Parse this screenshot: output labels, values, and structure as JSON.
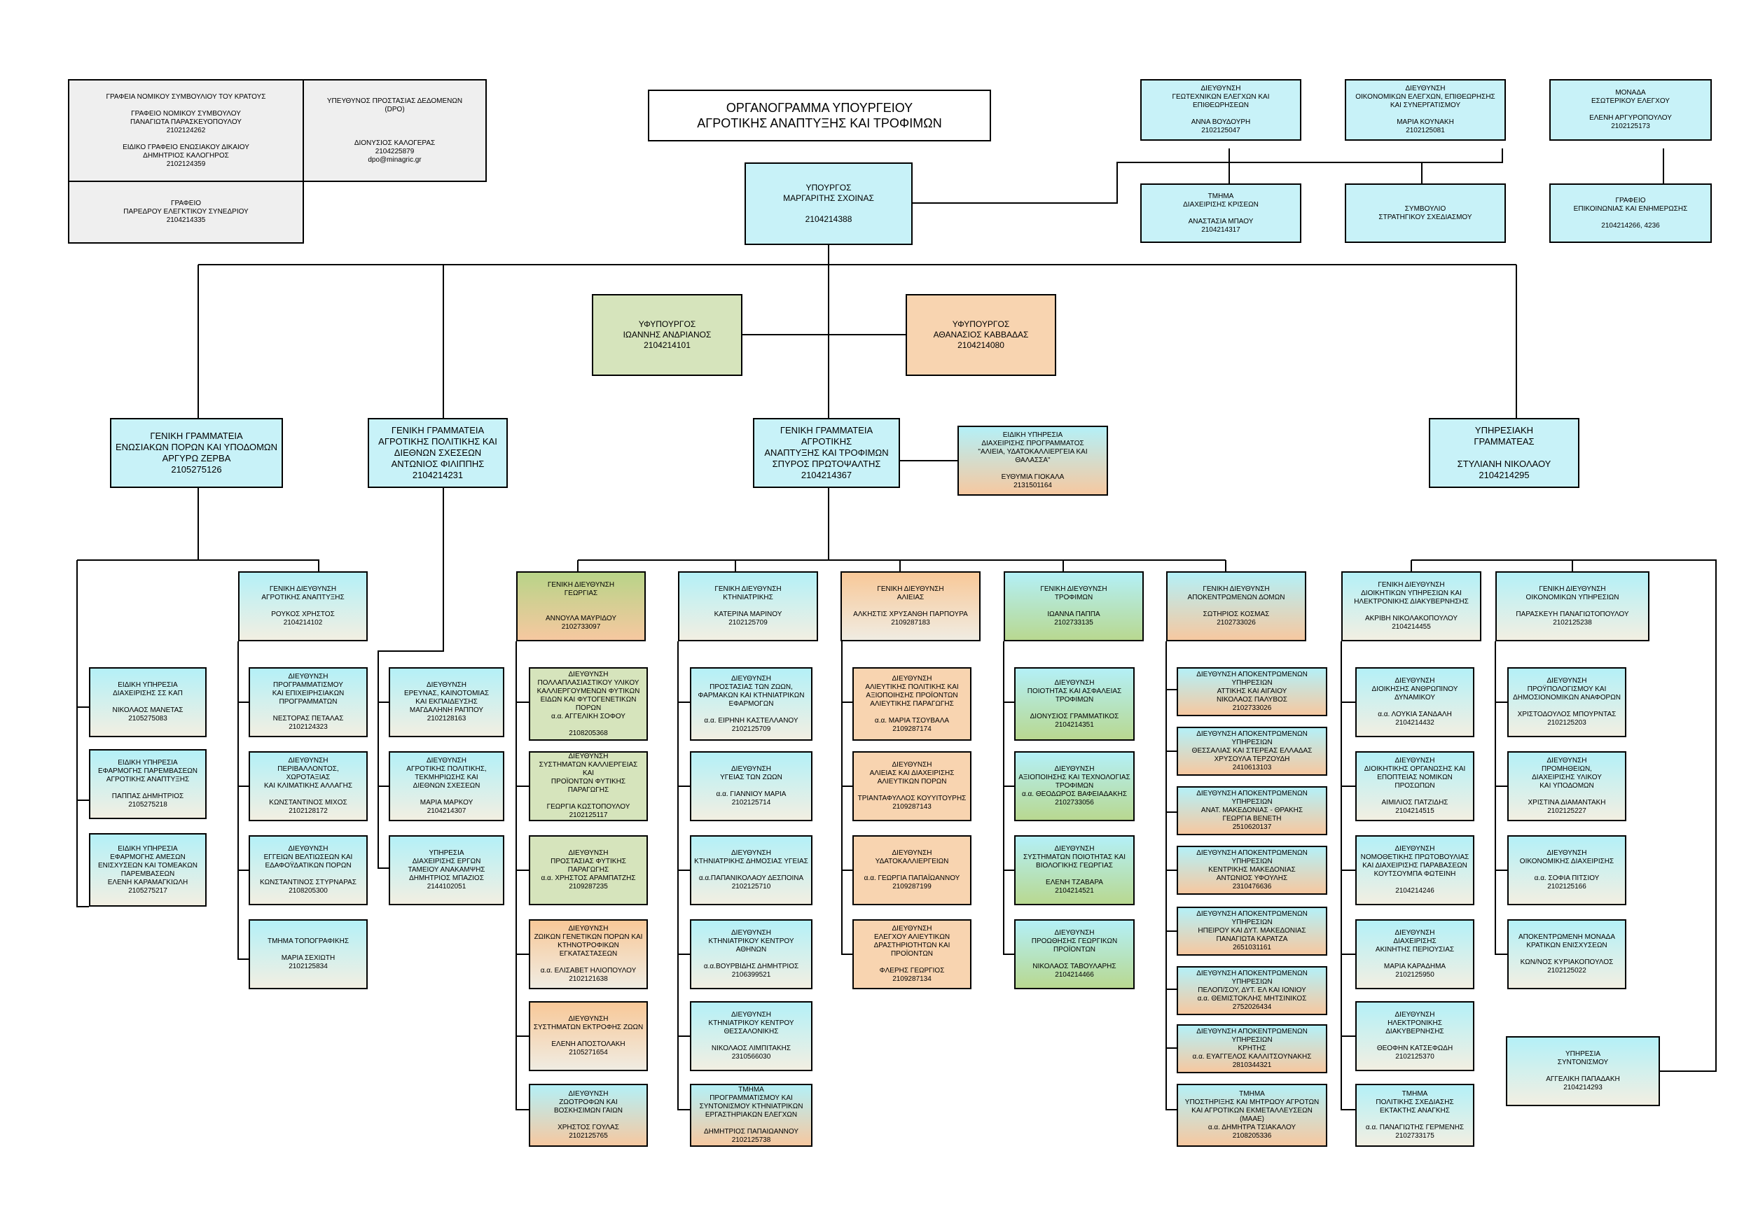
{
  "title": {
    "line1": "ΟΡΓΑΝΟΓΡΑΜΜΑ ΥΠΟΥΡΓΕΙΟΥ",
    "line2": "ΑΓΡΟΤΙΚΗΣ ΑΝΑΠΤΥΞΗΣ ΚΑΙ ΤΡΟΦΙΜΩΝ"
  },
  "legal_offices": {
    "lines": [
      "ΓΡΑΦΕΙΑ ΝΟΜΙΚΟΥ ΣΥΜΒΟΥΛΙΟΥ ΤΟΥ ΚΡΑΤΟΥΣ",
      "",
      "ΓΡΑΦΕΙΟ ΝΟΜΙΚΟΥ ΣΥΜΒΟΥΛΟΥ",
      "ΠΑΝΑΓΙΩΤΑ ΠΑΡΑΣΚΕΥΟΠΟΥΛΟΥ",
      "2102124262",
      "",
      "ΕΙΔΙΚΟ ΓΡΑΦΕΙΟ ΕΝΩΣΙΑΚΟΥ ΔΙΚΑΙΟΥ",
      "ΔΗΜΗΤΡΙΟΣ ΚΑΛΟΓΗΡΟΣ",
      "2102124359"
    ]
  },
  "dpo": {
    "lines": [
      "ΥΠΕΥΘΥΝΟΣ ΠΡΟΣΤΑΣΙΑΣ ΔΕΔΟΜΕΝΩΝ",
      "(DPO)",
      "",
      "",
      "",
      "ΔΙΟΝΥΣΙΟΣ ΚΑΛΟΓΕΡΑΣ",
      "2104225879",
      "dpo@minagric.gr"
    ]
  },
  "audit_office": {
    "lines": [
      "ΓΡΑΦΕΙΟ",
      "ΠΑΡΕΔΡΟΥ ΕΛΕΓΚΤΙΚΟΥ ΣΥΝΕΔΡΙΟΥ",
      "2104214335"
    ]
  },
  "minister": {
    "lines": [
      "ΥΠΟΥΡΓΟΣ",
      "ΜΑΡΓΑΡΙΤΗΣ ΣΧΟΙΝΑΣ",
      "",
      "2104214388"
    ]
  },
  "top_right": [
    {
      "id": "geotech",
      "lines": [
        "ΔΙΕΥΘΥΝΣΗ",
        "ΓΕΩΤΕΧΝΙΚΩΝ ΕΛΕΓΧΩΝ ΚΑΙ",
        "ΕΠΙΘΕΩΡΗΣΕΩΝ",
        "",
        "ΑΝΝΑ ΒΟΥΔΟΥΡΗ",
        "2102125047"
      ]
    },
    {
      "id": "econ",
      "lines": [
        "ΔΙΕΥΘΥΝΣΗ",
        "ΟΙΚΟΝΟΜΙΚΩΝ ΕΛΕΓΧΩΝ, ΕΠΙΘΕΩΡΗΣΗΣ",
        "ΚΑΙ ΣΥΝΕΡΓΑΤΙΣΜΟΥ",
        "",
        "ΜΑΡΙΑ ΚΟΥΝΑΚΗ",
        "2102125081"
      ]
    },
    {
      "id": "internal",
      "lines": [
        "ΜΟΝΑΔΑ",
        "ΕΣΩΤΕΡΙΚΟΥ ΕΛΕΓΧΟΥ",
        "",
        "ΕΛΕΝΗ ΑΡΓΥΡΟΠΟΥΛΟΥ",
        "2102125173"
      ]
    },
    {
      "id": "crisis",
      "lines": [
        "ΤΜΗΜΑ",
        "ΔΙΑΧΕΙΡΙΣΗΣ ΚΡΙΣΕΩΝ",
        "",
        "ΑΝΑΣΤΑΣΙΑ ΜΠΑΟΥ",
        "2104214317"
      ]
    },
    {
      "id": "strategic",
      "lines": [
        "ΣΥΜΒΟΥΛΙΟ",
        "ΣΤΡΑΤΗΓΙΚΟΥ ΣΧΕΔΙΑΣΜΟΥ"
      ]
    },
    {
      "id": "comms",
      "lines": [
        "ΓΡΑΦΕΙΟ",
        "ΕΠΙΚΟΙΝΩΝΙΑΣ ΚΑΙ ΕΝΗΜΕΡΩΣΗΣ",
        "",
        "2104214266, 4236"
      ]
    }
  ],
  "deputy1": {
    "lines": [
      "ΥΦΥΠΟΥΡΓΟΣ",
      "ΙΩΑΝΝΗΣ ΑΝΔΡΙΑΝΟΣ",
      "2104214101"
    ]
  },
  "deputy2": {
    "lines": [
      "ΥΦΥΠΟΥΡΓΟΣ",
      "ΑΘΑΝΑΣΙΟΣ ΚΑΒΒΑΔΑΣ",
      "2104214080"
    ]
  },
  "secretariats": [
    {
      "id": "gs-eu",
      "lines": [
        "ΓΕΝΙΚΗ ΓΡΑΜΜΑΤΕΙΑ",
        "ΕΝΩΣΙΑΚΩΝ ΠΟΡΩΝ ΚΑΙ ΥΠΟΔΟΜΩΝ",
        "ΑΡΓΥΡΩ ΖΕΡΒΑ",
        "2105275126"
      ]
    },
    {
      "id": "gs-policy",
      "lines": [
        "ΓΕΝΙΚΗ ΓΡΑΜΜΑΤΕΙΑ",
        "ΑΓΡΟΤΙΚΗΣ ΠΟΛΙΤΙΚΗΣ ΚΑΙ",
        "ΔΙΕΘΝΩΝ ΣΧΕΣΕΩΝ",
        "ΑΝΤΩΝΙΟΣ ΦΙΛΙΠΠΗΣ",
        "2104214231"
      ]
    },
    {
      "id": "gs-agri",
      "lines": [
        "ΓΕΝΙΚΗ ΓΡΑΜΜΑΤΕΙΑ ΑΓΡΟΤΙΚΗΣ",
        "ΑΝΑΠΤΥΞΗΣ ΚΑΙ ΤΡΟΦΙΜΩΝ",
        "ΣΠΥΡΟΣ ΠΡΩΤΟΨΑΛΤΗΣ",
        "2104214367"
      ]
    },
    {
      "id": "gs-service",
      "lines": [
        "ΥΠΗΡΕΣΙΑΚΗ",
        "ΓΡΑΜΜΑΤΕΑΣ",
        "",
        "ΣΤΥΛΙΑΝΗ ΝΙΚΟΛΑΟΥ",
        "2104214295"
      ]
    }
  ],
  "fisheries_special": {
    "lines": [
      "ΕΙΔΙΚΗ ΥΠΗΡΕΣΙΑ",
      "ΔΙΑΧΕΙΡΙΣΗΣ ΠΡΟΓΡΑΜΜΑΤΟΣ",
      "\"ΑΛΙΕΙΑ, ΥΔΑΤΟΚΑΛΛΙΕΡΓΕΙΑ ΚΑΙ",
      "ΘΑΛΑΣΣΑ\"",
      "",
      "ΕΥΘΥΜΙΑ ΓΙΟΚΑΛΑ",
      "2131501164"
    ]
  },
  "gd_headers": [
    {
      "id": "gd-agri-dev",
      "lines": [
        "ΓΕΝΙΚΗ ΔΙΕΥΘΥΝΣΗ",
        "ΑΓΡΟΤΙΚΗΣ ΑΝΑΠΤΥΞΗΣ",
        "",
        "ΡΟΥΚΟΣ ΧΡΗΣΤΟΣ",
        "2104214102"
      ]
    },
    {
      "id": "gd-georgias",
      "lines": [
        "ΓΕΝΙΚΗ ΔΙΕΥΘΥΝΣΗ",
        "ΓΕΩΡΓΙΑΣ",
        "",
        "",
        "ΑΝΝΟΥΛΑ ΜΑΥΡΙΔΟΥ",
        "2102733097"
      ]
    },
    {
      "id": "gd-ktin",
      "lines": [
        "ΓΕΝΙΚΗ ΔΙΕΥΘΥΝΣΗ",
        "ΚΤΗΝΙΑΤΡΙΚΗΣ",
        "",
        "ΚΑΤΕΡΙΝΑ ΜΑΡΙΝΟΥ",
        "2102125709"
      ]
    },
    {
      "id": "gd-alieias",
      "lines": [
        "ΓΕΝΙΚΗ ΔΙΕΥΘΥΝΣΗ",
        "ΑΛΙΕΙΑΣ",
        "",
        "ΑΛΚΗΣΤΙΣ ΧΡΥΣΑΝΘΗ ΠΑΡΠΟΥΡΑ",
        "2109287183"
      ]
    },
    {
      "id": "gd-trofimon",
      "lines": [
        "ΓΕΝΙΚΗ ΔΙΕΥΘΥΝΣΗ",
        "ΤΡΟΦΙΜΩΝ",
        "",
        "ΙΩΑΝΝΑ ΠΑΠΠΑ",
        "2102733135"
      ]
    },
    {
      "id": "gd-apokentr",
      "lines": [
        "ΓΕΝΙΚΗ ΔΙΕΥΘΥΝΣΗ",
        "ΑΠΟΚΕΝΤΡΩΜΕΝΩΝ ΔΟΜΩΝ",
        "",
        "ΣΩΤΗΡΙΟΣ ΚΟΣΜΑΣ",
        "2102733026"
      ]
    },
    {
      "id": "gd-dioik",
      "lines": [
        "ΓΕΝΙΚΗ ΔΙΕΥΘΥΝΣΗ",
        "ΔΙΟΙΚΗΤΙΚΩΝ ΥΠΗΡΕΣΙΩΝ ΚΑΙ",
        "ΗΛΕΚΤΡΟΝΙΚΗΣ ΔΙΑΚΥΒΕΡΝΗΣΗΣ",
        "",
        "ΑΚΡΙΒΗ ΝΙΚΟΛΑΚΟΠΟΥΛΟΥ",
        "2104214455"
      ]
    },
    {
      "id": "gd-oikon",
      "lines": [
        "ΓΕΝΙΚΗ ΔΙΕΥΘΥΝΣΗ",
        "ΟΙΚΟΝΟΜΙΚΩΝ ΥΠΗΡΕΣΙΩΝ",
        "",
        "ΠΑΡΑΣΚΕΥΗ ΠΑΝΑΓΙΩΤΟΠΟΥΛΟΥ",
        "2102125238"
      ]
    }
  ],
  "col_eu": [
    {
      "lines": [
        "ΕΙΔΙΚΗ ΥΠΗΡΕΣΙΑ",
        "ΔΙΑΧΕΙΡΙΣΗΣ ΣΣ ΚΑΠ",
        "",
        "ΝΙΚΟΛΑΟΣ ΜΑΝΕΤΑΣ",
        "2105275083"
      ]
    },
    {
      "lines": [
        "ΕΙΔΙΚΗ ΥΠΗΡΕΣΙΑ",
        "ΕΦΑΡΜΟΓΗΣ ΠΑΡΕΜΒΑΣΕΩΝ",
        "ΑΓΡΟΤΙΚΗΣ ΑΝΑΠΤΥΞΗΣ",
        "",
        "ΠΑΠΠΑΣ ΔΗΜΗΤΡΙΟΣ",
        "2105275218"
      ]
    },
    {
      "lines": [
        "ΕΙΔΙΚΗ ΥΠΗΡΕΣΙΑ",
        "ΕΦΑΡΜΟΓΗΣ ΑΜΕΣΩΝ",
        "ΕΝΙΣΧΥΣΕΩΝ ΚΑΙ ΤΟΜΕΑΚΩΝ",
        "ΠΑΡΕΜΒΑΣΕΩΝ",
        "ΕΛΕΝΗ ΚΑΡΑΜΑΓΚΙΩΛΗ",
        "2105275217"
      ]
    }
  ],
  "col_agri_dev": [
    {
      "lines": [
        "ΔΙΕΥΘΥΝΣΗ",
        "ΠΡΟΓΡΑΜΜΑΤΙΣΜΟΥ",
        "ΚΑΙ ΕΠΙΧΕΙΡΗΣΙΑΚΩΝ",
        "ΠΡΟΓΡΑΜΜΑΤΩΝ",
        "",
        "ΝΕΣΤΟΡΑΣ ΠΕΤΑΛΑΣ",
        "2102124323"
      ]
    },
    {
      "lines": [
        "ΔΙΕΥΘΥΝΣΗ",
        "ΠΕΡΙΒΑΛΛΟΝΤΟΣ,",
        "ΧΩΡΟΤΑΞΙΑΣ",
        "ΚΑΙ ΚΛΙΜΑΤΙΚΗΣ ΑΛΛΑΓΗΣ",
        "",
        "ΚΩΝΣΤΑΝΤΙΝΟΣ ΜΙΧΟΣ",
        "2102128172"
      ]
    },
    {
      "lines": [
        "ΔΙΕΥΘΥΝΣΗ",
        "ΕΓΓΕΙΩΝ ΒΕΛΤΙΩΣΕΩΝ ΚΑΙ",
        "ΕΔΑΦΟΫΔΑΤΙΚΩΝ ΠΟΡΩΝ",
        "",
        "ΚΩΝΣΤΑΝΤΙΝΟΣ ΣΤΥΡΝΑΡΑΣ",
        "2108205300"
      ]
    },
    {
      "lines": [
        "ΤΜΗΜΑ ΤΟΠΟΓΡΑΦΙΚΗΣ",
        "",
        "ΜΑΡΙΑ ΣΕΧΙΩΤΗ",
        "2102125834"
      ]
    }
  ],
  "col_policy": [
    {
      "lines": [
        "ΔΙΕΥΘΥΝΣΗ",
        "ΕΡΕΥΝΑΣ, ΚΑΙΝΟΤΟΜΙΑΣ",
        "ΚΑΙ ΕΚΠΑΙΔΕΥΣΗΣ",
        "ΜΑΓΔΑΛΗΝΗ ΡΑΠΠΟΥ",
        "2102128163"
      ]
    },
    {
      "lines": [
        "ΔΙΕΥΘΥΝΣΗ",
        "ΑΓΡΟΤΙΚΗΣ ΠΟΛΙΤΙΚΗΣ,",
        "ΤΕΚΜΗΡΙΩΣΗΣ ΚΑΙ",
        "ΔΙΕΘΝΩΝ ΣΧΕΣΕΩΝ",
        "",
        "ΜΑΡΙΑ ΜΑΡΚΟΥ",
        "2104214307"
      ]
    },
    {
      "lines": [
        "ΥΠΗΡΕΣΙΑ",
        "ΔΙΑΧΕΙΡΙΣΗΣ ΕΡΓΩΝ",
        "ΤΑΜΕΙΟΥ ΑΝΑΚΑΜΨΗΣ",
        "ΔΗΜΗΤΡΙΟΣ ΜΠΑΖΙΟΣ",
        "2144102051"
      ]
    }
  ],
  "col_georgias": [
    {
      "lines": [
        "ΔΙΕΥΘΥΝΣΗ",
        "ΠΟΛΛΑΠΛΑΣΙΑΣΤΙΚΟΥ ΥΛΙΚΟΥ",
        "ΚΑΛΛΙΕΡΓΟΥΜΕΝΩΝ ΦΥΤΙΚΩΝ",
        "ΕΙΔΩΝ ΚΑΙ ΦΥΤΟΓΕΝΕΤΙΚΩΝ",
        "ΠΟΡΩΝ",
        "α.α. ΑΓΓΕΛΙΚΗ ΣΟΦΟΥ",
        "",
        "2108205368"
      ]
    },
    {
      "lines": [
        "ΔΙΕΥΘΥΝΣΗ",
        "ΣΥΣΤΗΜΑΤΩΝ ΚΑΛΛΙΕΡΓΕΙΑΣ ΚΑΙ",
        "ΠΡΟΪΟΝΤΩΝ ΦΥΤΙΚΗΣ ΠΑΡΑΓΩΓΗΣ",
        "",
        "ΓΕΩΡΓΙΑ ΚΩΣΤΟΠΟΥΛΟΥ",
        "2102125117"
      ]
    },
    {
      "lines": [
        "ΔΙΕΥΘΥΝΣΗ",
        "ΠΡΟΣΤΑΣΙΑΣ ΦΥΤΙΚΗΣ",
        "ΠΑΡΑΓΩΓΗΣ",
        "α.α. ΧΡΗΣΤΟΣ ΑΡΑΜΠΑΤΖΗΣ",
        "2109287235"
      ]
    },
    {
      "lines": [
        "ΔΙΕΥΘΥΝΣΗ",
        "ΖΩΙΚΩΝ ΓΕΝΕΤΙΚΩΝ ΠΟΡΩΝ ΚΑΙ",
        "ΚΤΗΝΟΤΡΟΦΙΚΩΝ",
        "ΕΓΚΑΤΑΣΤΑΣΕΩΝ",
        "",
        "α.α. ΕΛΙΣΑΒΕΤ ΗΛΙΟΠΟΥΛΟΥ",
        "2102121638"
      ]
    },
    {
      "lines": [
        "ΔΙΕΥΘΥΝΣΗ",
        "ΣΥΣΤΗΜΑΤΩΝ ΕΚΤΡΟΦΗΣ ΖΩΩΝ",
        "",
        "ΕΛΕΝΗ ΑΠΟΣΤΟΛΑΚΗ",
        "2105271654"
      ]
    },
    {
      "lines": [
        "ΔΙΕΥΘΥΝΣΗ",
        "ΖΩΟΤΡΟΦΩΝ ΚΑΙ",
        "ΒΟΣΚΗΣΙΜΩΝ ΓΑΙΩΝ",
        "",
        "ΧΡΗΣΤΟΣ ΓΟΥΛΑΣ",
        "2102125765"
      ]
    }
  ],
  "col_ktin": [
    {
      "lines": [
        "ΔΙΕΥΘΥΝΣΗ",
        "ΠΡΟΣΤΑΣΙΑΣ ΤΩΝ ΖΩΩΝ,",
        "ΦΑΡΜΑΚΩΝ ΚΑΙ ΚΤΗΝΙΑΤΡΙΚΩΝ",
        "ΕΦΑΡΜΟΓΩΝ",
        "",
        "α.α. ΕΙΡΗΝΗ ΚΑΣΤΕΛΛΑΝΟΥ",
        "2102125709"
      ]
    },
    {
      "lines": [
        "ΔΙΕΥΘΥΝΣΗ",
        "ΥΓΕΙΑΣ ΤΩΝ ΖΩΩΝ",
        "",
        "α.α. ΓΙΑΝΝΙΟΥ ΜΑΡΙΑ",
        "2102125714"
      ]
    },
    {
      "lines": [
        "ΔΙΕΥΘΥΝΣΗ",
        "ΚΤΗΝΙΑΤΡΙΚΗΣ ΔΗΜΟΣΙΑΣ ΥΓΕΙΑΣ",
        "",
        "α.α.ΠΑΠΑΝΙΚΟΛΑΟΥ ΔΕΣΠΟΙΝΑ",
        "2102125710"
      ]
    },
    {
      "lines": [
        "ΔΙΕΥΘΥΝΣΗ",
        "ΚΤΗΝΙΑΤΡΙΚΟΥ ΚΕΝΤΡΟΥ",
        "ΑΘΗΝΩΝ",
        "",
        "α.α.ΒΟΥΡΒΙΔΗΣ ΔΗΜΗΤΡΙΟΣ",
        "2106399521"
      ]
    },
    {
      "lines": [
        "ΔΙΕΥΘΥΝΣΗ",
        "ΚΤΗΝΙΑΤΡΙΚΟΥ ΚΕΝΤΡΟΥ",
        "ΘΕΣΣΑΛΟΝΙΚΗΣ",
        "",
        "ΝΙΚΟΛΑΟΣ ΛΙΜΠΙΤΑΚΗΣ",
        "2310566030"
      ]
    },
    {
      "lines": [
        "ΤΜΗΜΑ",
        "ΠΡΟΓΡΑΜΜΑΤΙΣΜΟΥ ΚΑΙ",
        "ΣΥΝΤΟΝΙΣΜΟΥ ΚΤΗΝΙΑΤΡΙΚΩΝ",
        "ΕΡΓΑΣΤΗΡΙΑΚΩΝ ΕΛΕΓΧΩΝ",
        "",
        "ΔΗΜΗΤΡΙΟΣ ΠΑΠΑΙΩΑΝΝΟΥ",
        "2102125738"
      ]
    }
  ],
  "col_alieias": [
    {
      "lines": [
        "ΔΙΕΥΘΥΝΣΗ",
        "ΑΛΙΕΥΤΙΚΗΣ ΠΟΛΙΤΙΚΗΣ ΚΑΙ",
        "ΑΞΙΟΠΟΙΗΣΗΣ ΠΡΟΪΟΝΤΩΝ",
        "ΑΛΙΕΥΤΙΚΗΣ ΠΑΡΑΓΩΓΗΣ",
        "",
        "α.α. ΜΑΡΙΑ ΤΣΟΥΒΑΛΑ",
        "2109287174"
      ]
    },
    {
      "lines": [
        "ΔΙΕΥΘΥΝΣΗ",
        "ΑΛΙΕΙΑΣ ΚΑΙ ΔΙΑΧΕΙΡΙΣΗΣ",
        "ΑΛΙΕΥΤΙΚΩΝ ΠΟΡΩΝ",
        "",
        "ΤΡΙΑΝΤΑΦΥΛΛΟΣ ΚΟΥΥΙΤΟΥΡΗΣ",
        "2109287143"
      ]
    },
    {
      "lines": [
        "ΔΙΕΥΘΥΝΣΗ",
        "ΥΔΑΤΟΚΑΛΛΙΕΡΓΕΙΩΝ",
        "",
        "α.α. ΓΕΩΡΓΙΑ ΠΑΠΑΪΩΑΝΝΟΥ",
        "2109287199"
      ]
    },
    {
      "lines": [
        "ΔΙΕΥΘΥΝΣΗ",
        "ΕΛΕΓΧΟΥ ΑΛΙΕΥΤΙΚΩΝ",
        "ΔΡΑΣΤΗΡΙΟΤΗΤΩΝ ΚΑΙ",
        "ΠΡΟΪΟΝΤΩΝ",
        "",
        "ΦΛΕΡΗΣ ΓΕΩΡΓΙΟΣ",
        "2109287134"
      ]
    }
  ],
  "col_trofimon": [
    {
      "lines": [
        "ΔΙΕΥΘΥΝΣΗ",
        "ΠΟΙΟΤΗΤΑΣ ΚΑΙ ΑΣΦΑΛΕΙΑΣ",
        "ΤΡΟΦΙΜΩΝ",
        "",
        "ΔΙΟΝΥΣΙΟΣ ΓΡΑΜΜΑΤΙΚΟΣ",
        "2104214351"
      ]
    },
    {
      "lines": [
        "ΔΙΕΥΘΥΝΣΗ",
        "ΑΞΙΟΠΟΙΗΣΗΣ ΚΑΙ ΤΕΧΝΟΛΟΓΙΑΣ",
        "ΤΡΟΦΙΜΩΝ",
        "α.α. ΘΕΟΔΩΡΟΣ ΒΑΦΕΙΑΔΑΚΗΣ",
        "2102733056"
      ]
    },
    {
      "lines": [
        "ΔΙΕΥΘΥΝΣΗ",
        "ΣΥΣΤΗΜΑΤΩΝ ΠΟΙΟΤΗΤΑΣ ΚΑΙ",
        "ΒΙΟΛΟΓΙΚΗΣ ΓΕΩΡΓΙΑΣ",
        "",
        "ΕΛΕΝΗ ΤΖΑΒΑΡΑ",
        "2104214521"
      ]
    },
    {
      "lines": [
        "ΔΙΕΥΘΥΝΣΗ",
        "ΠΡΟΩΘΗΣΗΣ ΓΕΩΡΓΙΚΩΝ",
        "ΠΡΟΪΟΝΤΩΝ",
        "",
        "ΝΙΚΟΛΑΟΣ ΤΑΒΟΥΛΑΡΗΣ",
        "2104214466"
      ]
    }
  ],
  "col_apokentr": [
    {
      "lines": [
        "ΔΙΕΥΘΥΝΣΗ ΑΠΟΚΕΝΤΡΩΜΕΝΩΝ",
        "ΥΠΗΡΕΣΙΩΝ",
        "ΑΤΤΙΚΗΣ ΚΑΙ ΑΙΓΑΙΟΥ",
        "ΝΙΚΟΛΑΟΣ ΠΑΛΥΒΟΣ",
        "2102733026"
      ]
    },
    {
      "lines": [
        "ΔΙΕΥΘΥΝΣΗ ΑΠΟΚΕΝΤΡΩΜΕΝΩΝ",
        "ΥΠΗΡΕΣΙΩΝ",
        "ΘΕΣΣΑΛΙΑΣ ΚΑΙ ΣΤΕΡΕΑΣ ΕΛΛΑΔΑΣ",
        "ΧΡΥΣΟΥΛΑ ΤΕΡΖΟΥΔΗ",
        "2410613103"
      ]
    },
    {
      "lines": [
        "ΔΙΕΥΘΥΝΣΗ ΑΠΟΚΕΝΤΡΩΜΕΝΩΝ",
        "ΥΠΗΡΕΣΙΩΝ",
        "ΑΝΑΤ. ΜΑΚΕΔΟΝΙΑΣ - ΘΡΑΚΗΣ",
        "ΓΕΩΡΓΙΑ ΒΕΝΕΤΗ",
        "2510620137"
      ]
    },
    {
      "lines": [
        "ΔΙΕΥΘΥΝΣΗ ΑΠΟΚΕΝΤΡΩΜΕΝΩΝ",
        "ΥΠΗΡΕΣΙΩΝ",
        "ΚΕΝΤΡΙΚΗΣ ΜΑΚΕΔΟΝΙΑΣ",
        "ΑΝΤΩΝΙΟΣ ΥΦΟΥΛΗΣ",
        "2310476636"
      ]
    },
    {
      "lines": [
        "ΔΙΕΥΘΥΝΣΗ ΑΠΟΚΕΝΤΡΩΜΕΝΩΝ",
        "ΥΠΗΡΕΣΙΩΝ",
        "ΗΠΕΙΡΟΥ ΚΑΙ ΔΥΤ. ΜΑΚΕΔΟΝΙΑΣ",
        "ΠΑΝΑΓΙΩΤΑ ΚΑΡΑΤΖΑ",
        "2651031161"
      ]
    },
    {
      "lines": [
        "ΔΙΕΥΘΥΝΣΗ ΑΠΟΚΕΝΤΡΩΜΕΝΩΝ",
        "ΥΠΗΡΕΣΙΩΝ",
        "ΠΕΛΟΠ/ΣΟΥ, ΔΥΤ. ΕΛ ΚΑΙ ΙΟΝΙΟΥ",
        "α.α. ΘΕΜΙΣΤΟΚΛΗΣ ΜΗΤΣΙΝΙΚΟΣ",
        "2752026434"
      ]
    },
    {
      "lines": [
        "ΔΙΕΥΘΥΝΣΗ ΑΠΟΚΕΝΤΡΩΜΕΝΩΝ",
        "ΥΠΗΡΕΣΙΩΝ",
        "ΚΡΗΤΗΣ",
        "α.α. ΕΥΑΓΓΕΛΟΣ ΚΑΛΛΙΤΣΟΥΝΑΚΗΣ",
        "2810344321"
      ]
    },
    {
      "lines": [
        "ΤΜΗΜΑ",
        "ΥΠΟΣΤΗΡΙΞΗΣ ΚΑΙ ΜΗΤΡΩΟΥ ΑΓΡΟΤΩΝ",
        "ΚΑΙ ΑΓΡΟΤΙΚΩΝ ΕΚΜΕΤΑΛΛΕΥΣΕΩΝ",
        "(ΜΑΑΕ)",
        "α.α. ΔΗΜΗΤΡΑ ΤΣΙΑΚΑΛΟΥ",
        "2108205336"
      ]
    }
  ],
  "col_dioik": [
    {
      "lines": [
        "ΔΙΕΥΘΥΝΣΗ",
        "ΔΙΟΙΚΗΣΗΣ ΑΝΘΡΩΠΙΝΟΥ",
        "ΔΥΝΑΜΙΚΟΥ",
        "",
        "α.α. ΛΟΥΚΙΑ ΣΑΝΔΑΛΗ",
        "2104214432"
      ]
    },
    {
      "lines": [
        "ΔΙΕΥΘΥΝΣΗ",
        "ΔΙΟΙΚΗΤΙΚΗΣ ΟΡΓΑΝΩΣΗΣ ΚΑΙ",
        "ΕΠΟΠΤΕΙΑΣ ΝΟΜΙΚΩΝ ΠΡΟΣΩΠΩΝ",
        "",
        "ΑΙΜΙΛΙΟΣ ΠΑΤΖΙΔΗΣ",
        "2104214515"
      ]
    },
    {
      "lines": [
        "ΔΙΕΥΘΥΝΣΗ",
        "ΝΟΜΟΘΕΤΙΚΗΣ ΠΡΩΤΟΒΟΥΛΙΑΣ",
        "ΚΑΙ ΔΙΑΧΕΙΡΙΣΗΣ ΠΑΡΑΒΑΣΕΩΝ",
        "ΚΟΥΤΣΟΥΜΠΑ ΦΩΤΕΙΝΗ",
        "",
        "2104214246"
      ]
    },
    {
      "lines": [
        "ΔΙΕΥΘΥΝΣΗ",
        "ΔΙΑΧΕΙΡΙΣΗΣ",
        "ΑΚΙΝΗΤΗΣ ΠΕΡΙΟΥΣΙΑΣ",
        "",
        "ΜΑΡΙΑ ΚΑΡΑΔΗΜΑ",
        "2102125950"
      ]
    },
    {
      "lines": [
        "ΔΙΕΥΘΥΝΣΗ",
        "ΗΛΕΚΤΡΟΝΙΚΗΣ ΔΙΑΚΥΒΕΡΝΗΣΗΣ",
        "",
        "ΘΕΟΦΗΝ ΚΑΤΣΕΦΩΔΗ",
        "2102125370"
      ]
    },
    {
      "lines": [
        "ΤΜΗΜΑ",
        "ΠΟΛΙΤΙΚΗΣ ΣΧΕΔΙΑΣΗΣ",
        "ΕΚΤΑΚΤΗΣ ΑΝΑΓΚΗΣ",
        "",
        "α.α. ΠΑΝΑΓΙΩΤΗΣ ΓΕΡΜΕΝΗΣ",
        "2102733175"
      ]
    }
  ],
  "col_oikon": [
    {
      "lines": [
        "ΔΙΕΥΘΥΝΣΗ",
        "ΠΡΟΫΠΟΛΟΓΙΣΜΟΥ ΚΑΙ",
        "ΔΗΜΟΣΙΟΝΟΜΙΚΩΝ ΑΝΑΦΟΡΩΝ",
        "",
        "ΧΡΙΣΤΟΔΟΥΛΟΣ ΜΠΟΥΡΝΤΑΣ",
        "2102125203"
      ]
    },
    {
      "lines": [
        "ΔΙΕΥΘΥΝΣΗ",
        "ΠΡΟΜΗΘΕΙΩΝ,",
        "ΔΙΑΧΕΙΡΙΣΗΣ ΥΛΙΚΟΥ",
        "ΚΑΙ ΥΠΟΔΟΜΩΝ",
        "",
        "ΧΡΙΣΤΙΝΑ ΔΙΑΜΑΝΤΑΚΗ",
        "2102125227"
      ]
    },
    {
      "lines": [
        "ΔΙΕΥΘΥΝΣΗ",
        "ΟΙΚΟΝΟΜΙΚΗΣ ΔΙΑΧΕΙΡΙΣΗΣ",
        "",
        "α.α. ΣΟΦΙΑ ΠΙΤΣΙΟΥ",
        "2102125166"
      ]
    },
    {
      "lines": [
        "ΑΠΟΚΕΝΤΡΩΜΕΝΗ ΜΟΝΑΔΑ",
        "ΚΡΑΤΙΚΩΝ ΕΝΙΣΧΥΣΕΩΝ",
        "",
        "ΚΩΝ/ΝΟΣ ΚΥΡΙΑΚΟΠΟΥΛΟΣ",
        "2102125022"
      ]
    }
  ],
  "coordination": {
    "lines": [
      "ΥΠΗΡΕΣΙΑ",
      "ΣΥΝΤΟΝΙΣΜΟΥ",
      "",
      "ΑΓΓΕΛΙΚΗ ΠΑΠΑΔΑΚΗ",
      "2104214293"
    ]
  }
}
